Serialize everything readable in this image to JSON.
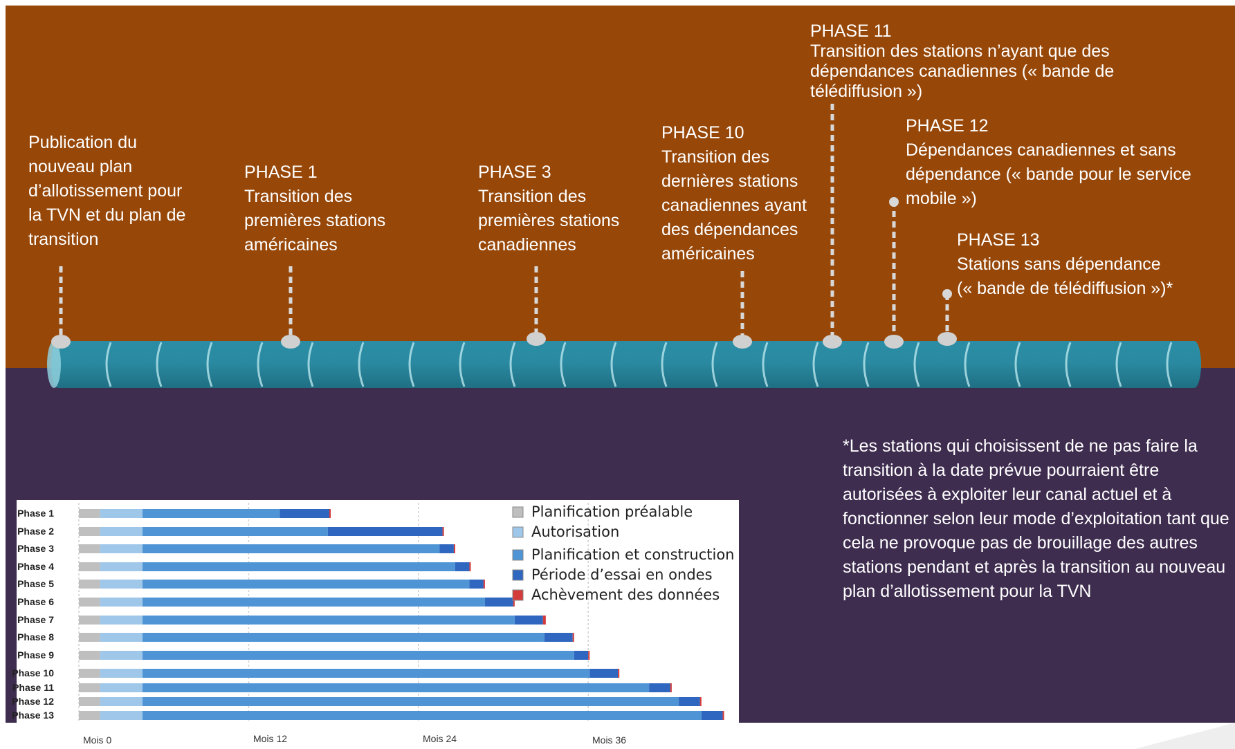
{
  "colors": {
    "top_band": "#974708",
    "bottom_band": "#3f2d50",
    "cylinder": "#2a8aa1",
    "cylinder_rib": "#b9e6ee",
    "pre_planning": "#bfbfbf",
    "authorization": "#9ec7ea",
    "construction": "#4f95d6",
    "trial": "#2f66bf",
    "completion": "#d43b3b"
  },
  "milestones": [
    {
      "id": "publication",
      "lines": [
        "Publication  du",
        "nouveau plan",
        "d’allotissement  pour",
        "la TVN et du plan de",
        "transition"
      ]
    },
    {
      "id": "phase-1",
      "lines": [
        "PHASE 1",
        "Transition des",
        "premières stations",
        "américaines"
      ]
    },
    {
      "id": "phase-3",
      "lines": [
        "PHASE 3",
        "Transition des",
        "premières stations",
        "canadiennes"
      ]
    },
    {
      "id": "phase-10",
      "lines": [
        "PHASE 10",
        "Transition des",
        "dernières stations",
        "canadiennes ayant",
        "des dépendances",
        "américaines"
      ]
    },
    {
      "id": "phase-11",
      "lines": [
        "PHASE 11",
        "Transition des stations n’ayant que des",
        "dépendances canadiennes (« bande de",
        "télédiffusion »)"
      ]
    },
    {
      "id": "phase-12",
      "lines": [
        "PHASE 12",
        "Dépendances canadiennes et sans",
        "dépendance (« bande pour le  service",
        "mobile »)"
      ]
    },
    {
      "id": "phase-13",
      "lines": [
        "PHASE 13",
        "Stations sans dépendance",
        "(« bande de télédiffusion »)*"
      ]
    }
  ],
  "footnote": "*Les stations qui choisissent de ne pas faire la transition à la date prévue pourraient être autorisées à exploiter leur canal actuel et à fonctionner selon leur mode d’exploitation tant que cela ne provoque pas de brouillage des autres stations pendant et après la transition au nouveau plan d’allotissement pour la TVN",
  "chart_data": {
    "type": "bar",
    "orientation": "horizontal",
    "stacked": true,
    "x_unit": "months",
    "xlim": [
      0,
      48
    ],
    "x_ticks": [
      {
        "value": 0,
        "label": "Mois 0"
      },
      {
        "value": 12,
        "label": "Mois 12"
      },
      {
        "value": 24,
        "label": "Mois 24"
      },
      {
        "value": 36,
        "label": "Mois 36"
      }
    ],
    "grid": true,
    "legend_position": "top-right",
    "categories": [
      "Phase 1",
      "Phase 2",
      "Phase 3",
      "Phase 4",
      "Phase 5",
      "Phase 6",
      "Phase 7",
      "Phase 8",
      "Phase 9",
      "Phase 10",
      "Phase 11",
      "Phase 12",
      "Phase 13"
    ],
    "series": [
      {
        "name": "Planification préalable",
        "color_key": "pre_planning",
        "values": [
          1.5,
          1.5,
          1.5,
          1.5,
          1.5,
          1.5,
          1.5,
          1.5,
          1.5,
          1.5,
          1.5,
          1.5,
          1.5
        ]
      },
      {
        "name": "Autorisation",
        "color_key": "authorization",
        "values": [
          3,
          3,
          3,
          3,
          3,
          3,
          3,
          3,
          3,
          3,
          3,
          3,
          3
        ]
      },
      {
        "name": "Planification et construction",
        "color_key": "construction",
        "values": [
          9.7,
          13.1,
          21,
          22.1,
          23.1,
          24.2,
          26.3,
          28.4,
          30.5,
          31.6,
          35.8,
          37.9,
          39.5
        ]
      },
      {
        "name": "Période d’essai en ondes",
        "color_key": "trial",
        "values": [
          3.5,
          8.1,
          1,
          1,
          1,
          2,
          2,
          2,
          1,
          2,
          1.5,
          1.5,
          1.5
        ]
      },
      {
        "name": "Achèvement des données",
        "color_key": "completion",
        "values": [
          0.1,
          0.1,
          0.1,
          0.1,
          0.1,
          0.1,
          0.2,
          0.1,
          0.1,
          0.1,
          0.1,
          0.1,
          0.1
        ]
      }
    ]
  }
}
